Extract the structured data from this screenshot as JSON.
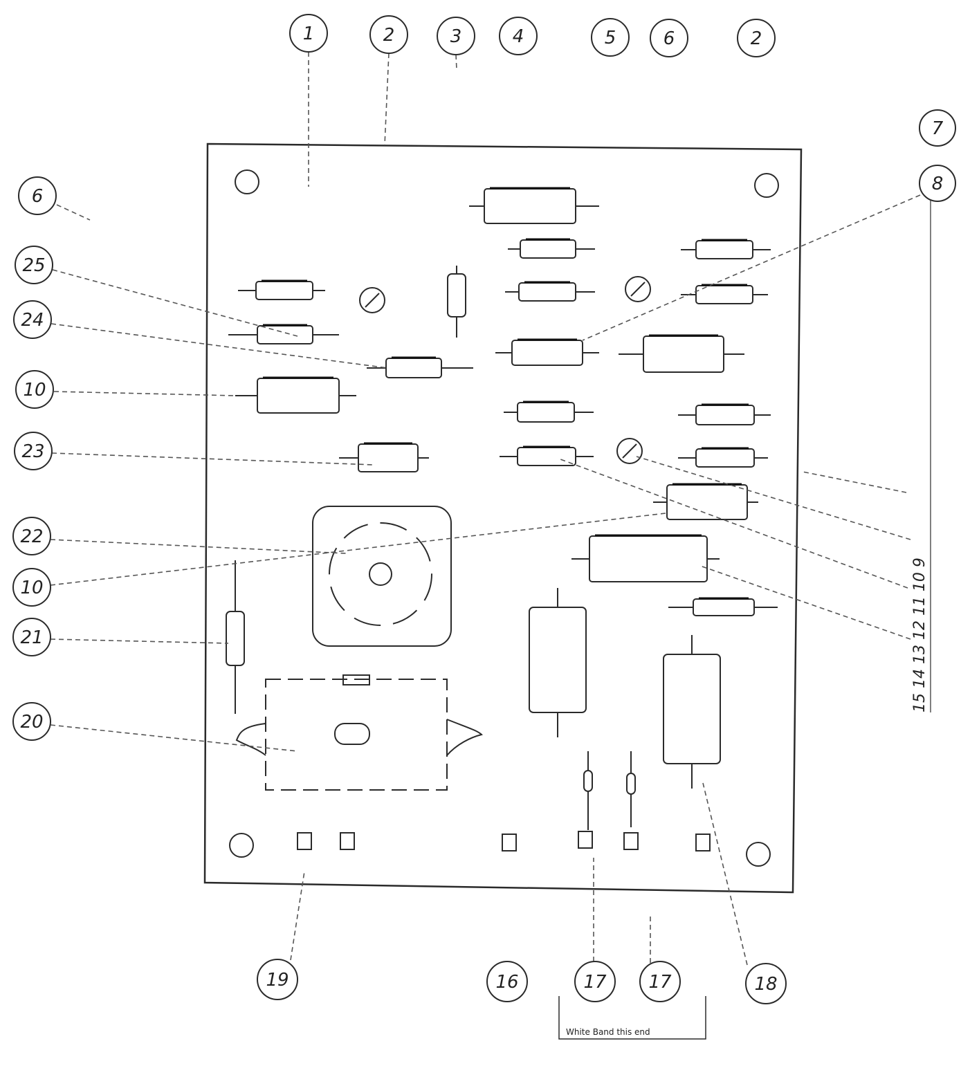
{
  "colors": {
    "background": "#ffffff",
    "ink": "#2a2a2a"
  },
  "callouts": {
    "top": [
      "1",
      "2",
      "3",
      "4",
      "5",
      "6",
      "2"
    ],
    "left": [
      "6",
      "25",
      "24",
      "10",
      "23",
      "22",
      "10",
      "21",
      "20"
    ],
    "right": [
      "7",
      "8"
    ],
    "bottom": [
      "19",
      "16",
      "17",
      "17",
      "18"
    ]
  },
  "right_edge_label": "15 14 13 12 11 10 9",
  "note": "White Band this end"
}
